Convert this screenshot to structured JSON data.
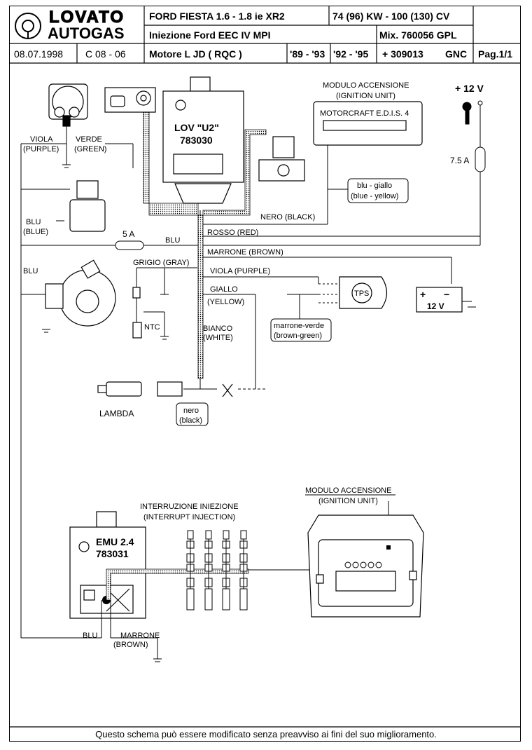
{
  "header": {
    "brand_top": "LOVATO",
    "brand_bottom": "AUTOGAS",
    "model": "FORD FIESTA  1.6 - 1.8  ie  XR2",
    "power": "74 (96)  KW - 100 (130)  CV",
    "injection": "Iniezione   Ford    EEC IV       MPI",
    "mix": "Mix. 760056  GPL",
    "date": "08.07.1998",
    "code": "C 08 - 06",
    "engine": "Motore    L JD   ( RQC )",
    "years1": "'89 - '93",
    "years2": "'92 - '95",
    "part": "+ 309013",
    "gnc": "GNC",
    "page": "Pag.1/1"
  },
  "ecu": {
    "name": "LOV \"U2\"",
    "code": "783030"
  },
  "ignition_top": {
    "title": "MODULO ACCENSIONE",
    "title_en": "(IGNITION UNIT)",
    "model": "MOTORCRAFT E.D.I.S. 4"
  },
  "power_supply": {
    "voltage": "+ 12 V",
    "fuse": "7.5 A"
  },
  "battery": {
    "plus": "+",
    "minus": "−",
    "voltage": "12 V"
  },
  "wires": {
    "viola": "VIOLA",
    "viola_en": "(PURPLE)",
    "verde": "VERDE",
    "verde_en": "(GREEN)",
    "blu_left1": "BLU",
    "blu_left1_en": "(BLUE)",
    "fuse5": "5 A",
    "blu_mid": "BLU",
    "blu_left2": "BLU",
    "nero": "NERO (BLACK)",
    "rosso": "ROSSO (RED)",
    "marrone": "MARRONE (BROWN)",
    "grigio": "GRIGIO (GRAY)",
    "viola2": "VIOLA (PURPLE)",
    "giallo": "GIALLO",
    "giallo_en": "(YELLOW)",
    "bianco": "BIANCO",
    "bianco_en": "(WHITE)",
    "blu_giallo": "blu - giallo",
    "blu_giallo_en": "(blue - yellow)",
    "marrone_verde": "marrone-verde",
    "marrone_verde_en": "(brown-green)",
    "nero_small": "nero",
    "nero_small_en": "(black)",
    "blu_bottom": "BLU",
    "marrone_bottom": "MARRONE",
    "marrone_bottom_en": "(BROWN)"
  },
  "components": {
    "tps": "TPS",
    "ntc": "NTC",
    "lambda": "LAMBDA"
  },
  "emu": {
    "name": "EMU 2.4",
    "code": "783031"
  },
  "interrupt": {
    "title": "INTERRUZIONE INIEZIONE",
    "title_en": "(INTERRUPT INJECTION)"
  },
  "ignition_bottom": {
    "title": "MODULO ACCENSIONE",
    "title_en": "(IGNITION UNIT)"
  },
  "footer": "Questo schema può essere modificato senza preavviso ai fini del suo miglioramento."
}
